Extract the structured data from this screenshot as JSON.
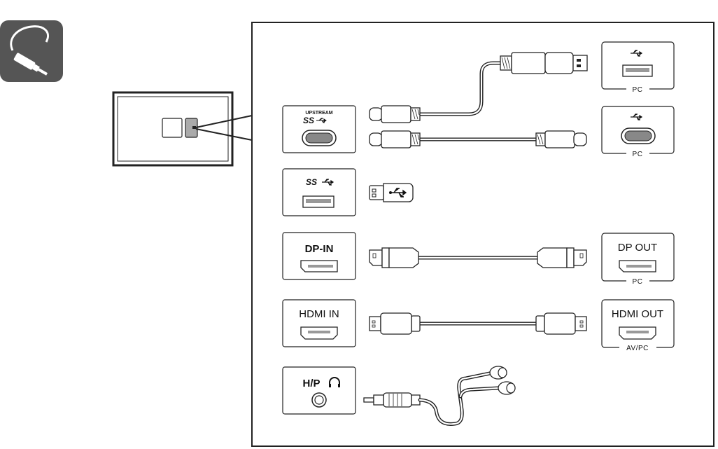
{
  "diagram": {
    "monitor_panel": {
      "ports": [
        {
          "id": "usb-c-upstream",
          "line1": "UPSTREAM",
          "line2": "SS"
        },
        {
          "id": "usb-a-downstream",
          "line1": "SS"
        },
        {
          "id": "dp-in",
          "line1": "DP-IN"
        },
        {
          "id": "hdmi-in",
          "line1": "HDMI IN"
        },
        {
          "id": "headphone",
          "line1": "H/P"
        }
      ]
    },
    "devices": [
      {
        "id": "pc-usb-a",
        "caption": "PC"
      },
      {
        "id": "pc-usb-c",
        "caption": "PC"
      },
      {
        "id": "pc-dp",
        "title": "DP OUT",
        "caption": "PC"
      },
      {
        "id": "pc-hdmi",
        "title": "HDMI OUT",
        "caption": "AV/PC"
      }
    ],
    "icons": [
      "cable-category-icon",
      "usb-icon",
      "headphone-icon",
      "monitor-back-icon"
    ]
  }
}
